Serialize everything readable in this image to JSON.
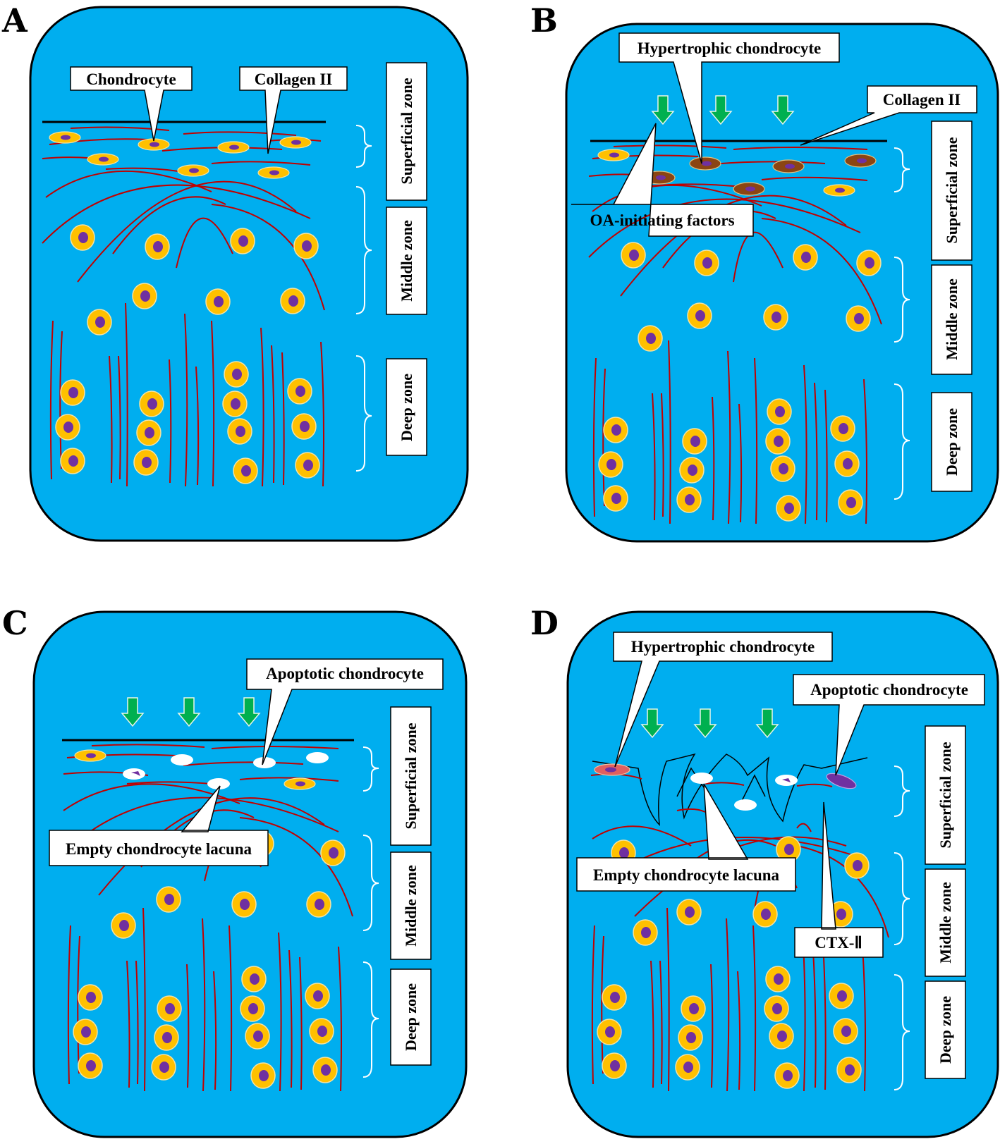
{
  "colors": {
    "background": "#00aeef",
    "cell_fill": "#ffc000",
    "cell_stroke": "#f0e0a0",
    "nucleus": "#7030a0",
    "collagen": "#c00000",
    "arrow": "#00b050",
    "hypertrophic_cell": "#8b4513",
    "apoptotic_cell": "#7030a0",
    "lacuna": "#ffffff"
  },
  "zone_labels": {
    "superficial": "Superficial zone",
    "middle": "Middle zone",
    "deep": "Deep zone"
  },
  "panels": [
    {
      "letter": "A",
      "callouts": [
        "Chondrocyte",
        "Collagen II"
      ]
    },
    {
      "letter": "B",
      "callouts": [
        "Hypertrophic chondrocyte",
        "Collagen II",
        "OA-initiating factors"
      ]
    },
    {
      "letter": "C",
      "callouts": [
        "Apoptotic chondrocyte",
        "Empty chondrocyte lacuna"
      ]
    },
    {
      "letter": "D",
      "callouts": [
        "Hypertrophic chondrocyte",
        "Apoptotic chondrocyte",
        "Empty chondrocyte lacuna",
        "CTX-Ⅱ"
      ]
    }
  ]
}
